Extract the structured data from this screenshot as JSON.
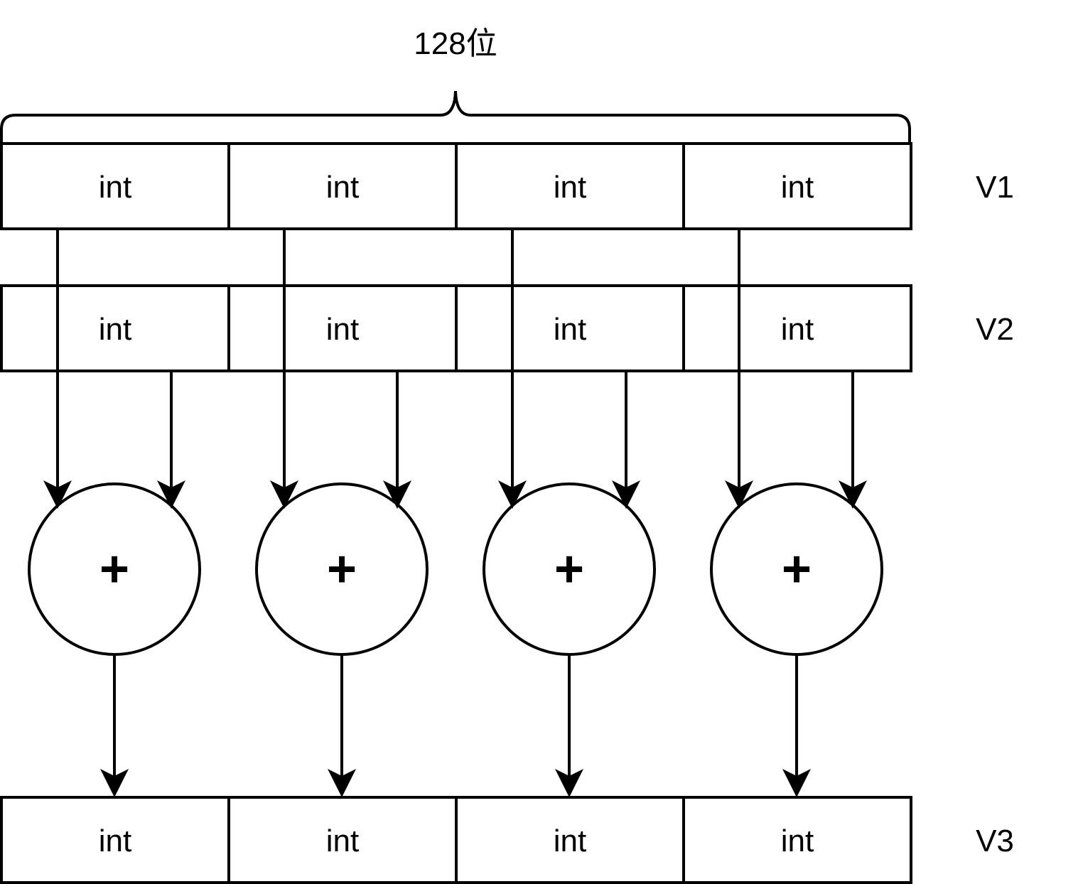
{
  "width_label": "128位",
  "vectors": [
    {
      "name": "V1",
      "cells": [
        "int",
        "int",
        "int",
        "int"
      ]
    },
    {
      "name": "V2",
      "cells": [
        "int",
        "int",
        "int",
        "int"
      ]
    },
    {
      "name": "V3",
      "cells": [
        "int",
        "int",
        "int",
        "int"
      ]
    }
  ],
  "operators": [
    "+",
    "+",
    "+",
    "+"
  ],
  "colors": {
    "stroke": "#000000",
    "background": "#ffffff"
  }
}
